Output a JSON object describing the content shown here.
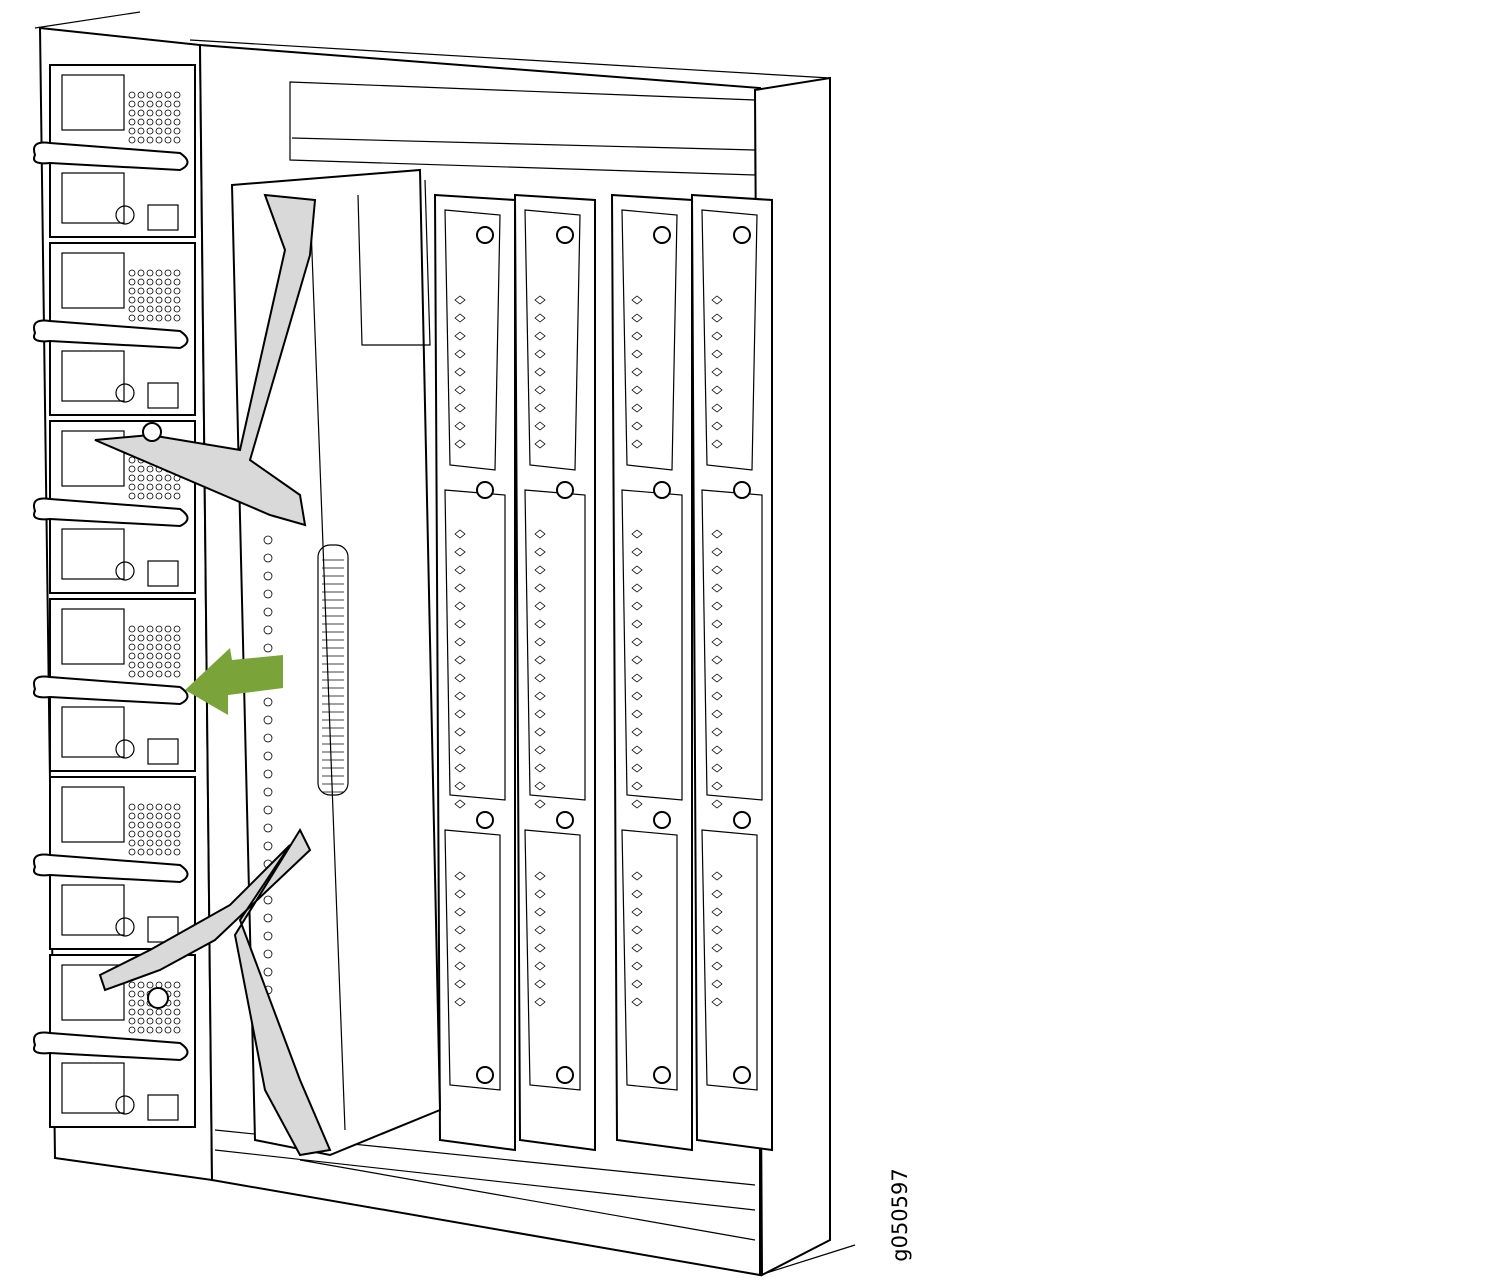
{
  "figure": {
    "id_label": "g050597",
    "arrow_color": "#7aa33a",
    "power_supply_count": 6,
    "installed_card_count": 4
  }
}
